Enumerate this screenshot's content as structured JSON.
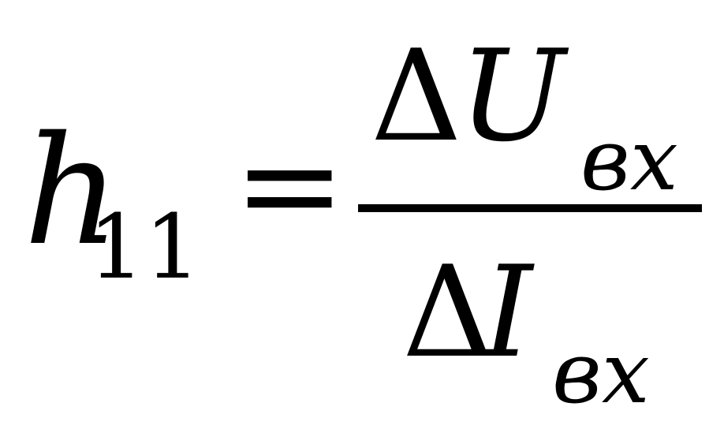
{
  "formula": {
    "lhs": {
      "symbol": "h",
      "subscript": "11"
    },
    "operator": "=",
    "numerator": {
      "delta": "Δ",
      "symbol": "U",
      "subscript": "вх"
    },
    "denominator": {
      "delta": "Δ",
      "symbol": "I",
      "subscript": "вх"
    }
  }
}
